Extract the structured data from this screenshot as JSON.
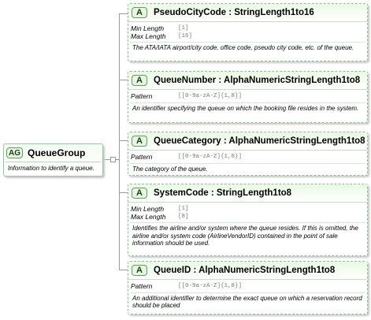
{
  "group": {
    "badge": "AG",
    "name": "QueueGroup",
    "description": "Information to identify a queue."
  },
  "elements": [
    {
      "badge": "A",
      "title": "PseudoCityCode : StringLength1to16",
      "properties": [
        {
          "label": "Min Length",
          "value": "[1]"
        },
        {
          "label": "Max Length",
          "value": "[16]"
        }
      ],
      "description": "The ATA/IATA airport/city code, office code, pseudo city code, etc. of the queue."
    },
    {
      "badge": "A",
      "title": "QueueNumber : AlphaNumericStringLength1to8",
      "properties": [
        {
          "label": "Pattern",
          "value": "[[0-9a-zA-Z]{1,8}]"
        }
      ],
      "description": "An identifier specifying the queue on which the booking file resides in the system."
    },
    {
      "badge": "A",
      "title": "QueueCategory : AlphaNumericStringLength1to8",
      "properties": [
        {
          "label": "Pattern",
          "value": "[[0-9a-zA-Z]{1,8}]"
        }
      ],
      "description": "The category of the queue."
    },
    {
      "badge": "A",
      "title": "SystemCode : StringLength1to8",
      "properties": [
        {
          "label": "Min Length",
          "value": "[1]"
        },
        {
          "label": "Max Length",
          "value": "[8]"
        }
      ],
      "description": "Identifies the airline and/or system where the queue resides. If this is omitted, the airline and/or system code (AirlineVendorID) contained in the point of sale information should be used."
    },
    {
      "badge": "A",
      "title": "QueueID : AlphaNumericStringLength1to8",
      "properties": [
        {
          "label": "Pattern",
          "value": "[[0-9a-zA-Z]{1,8}]"
        }
      ],
      "description": "An additional identifier to determine the exact queue on which a reservation record should be placed"
    }
  ]
}
